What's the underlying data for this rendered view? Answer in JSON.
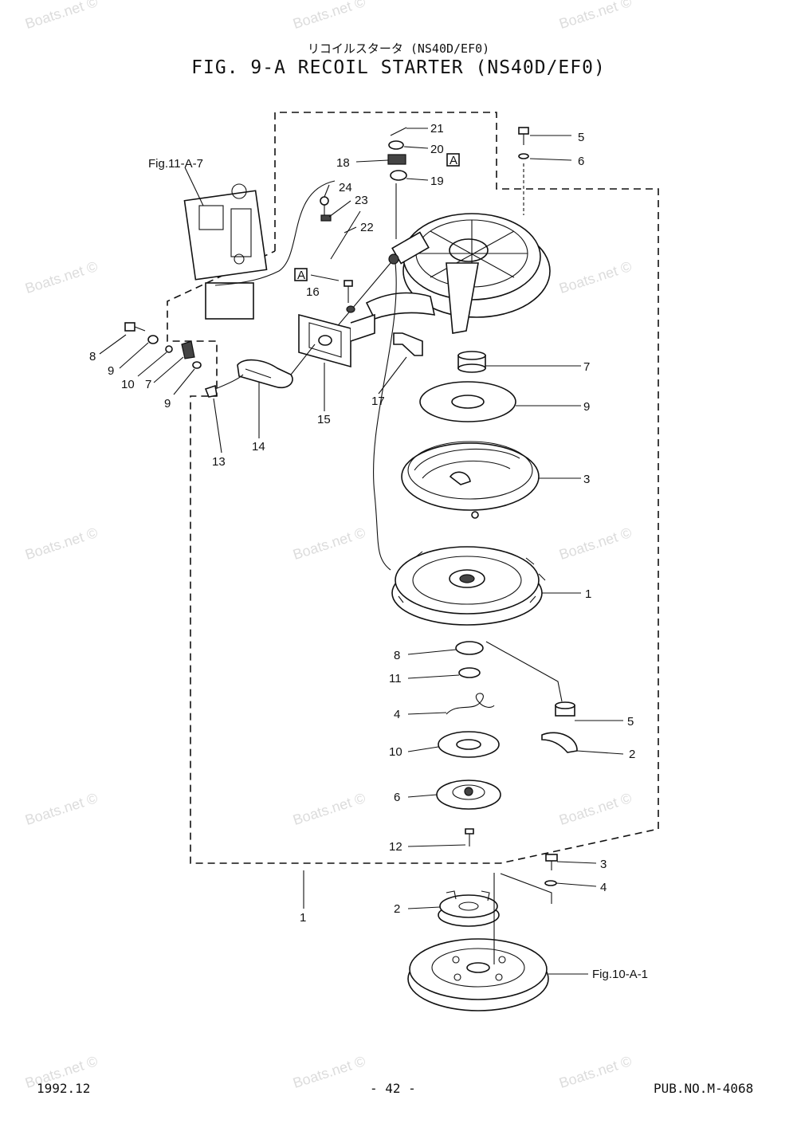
{
  "watermark": "Boats.net ©",
  "title": {
    "japanese": "リコイルスタータ (NS40D/EF0)",
    "main": "FIG. 9-A RECOIL STARTER (NS40D/EF0)"
  },
  "footer": {
    "date": "1992.12",
    "page": "- 42 -",
    "publication": "PUB.NO.M-4068"
  },
  "callouts": {
    "c21": "21",
    "c20": "20",
    "c18": "18",
    "c19": "19",
    "c5a": "5",
    "c6a": "6",
    "fig11": "Fig.11-A-7",
    "c24": "24",
    "c23": "23",
    "c22": "22",
    "refA1": "A",
    "refA2": "A",
    "c16": "16",
    "c8a": "8",
    "c9a": "9",
    "c10a": "10",
    "c7a": "7",
    "c9b": "9",
    "c13": "13",
    "c14": "14",
    "c15": "15",
    "c17": "17",
    "c7b": "7",
    "c9c": "9",
    "c3a": "3",
    "c1a": "1",
    "c8b": "8",
    "c11": "11",
    "c4a": "4",
    "c5b": "5",
    "c2a": "2",
    "c10b": "10",
    "c6b": "6",
    "c12": "12",
    "c1b": "1",
    "c3b": "3",
    "c4b": "4",
    "c2b": "2",
    "fig10": "Fig.10-A-1"
  }
}
